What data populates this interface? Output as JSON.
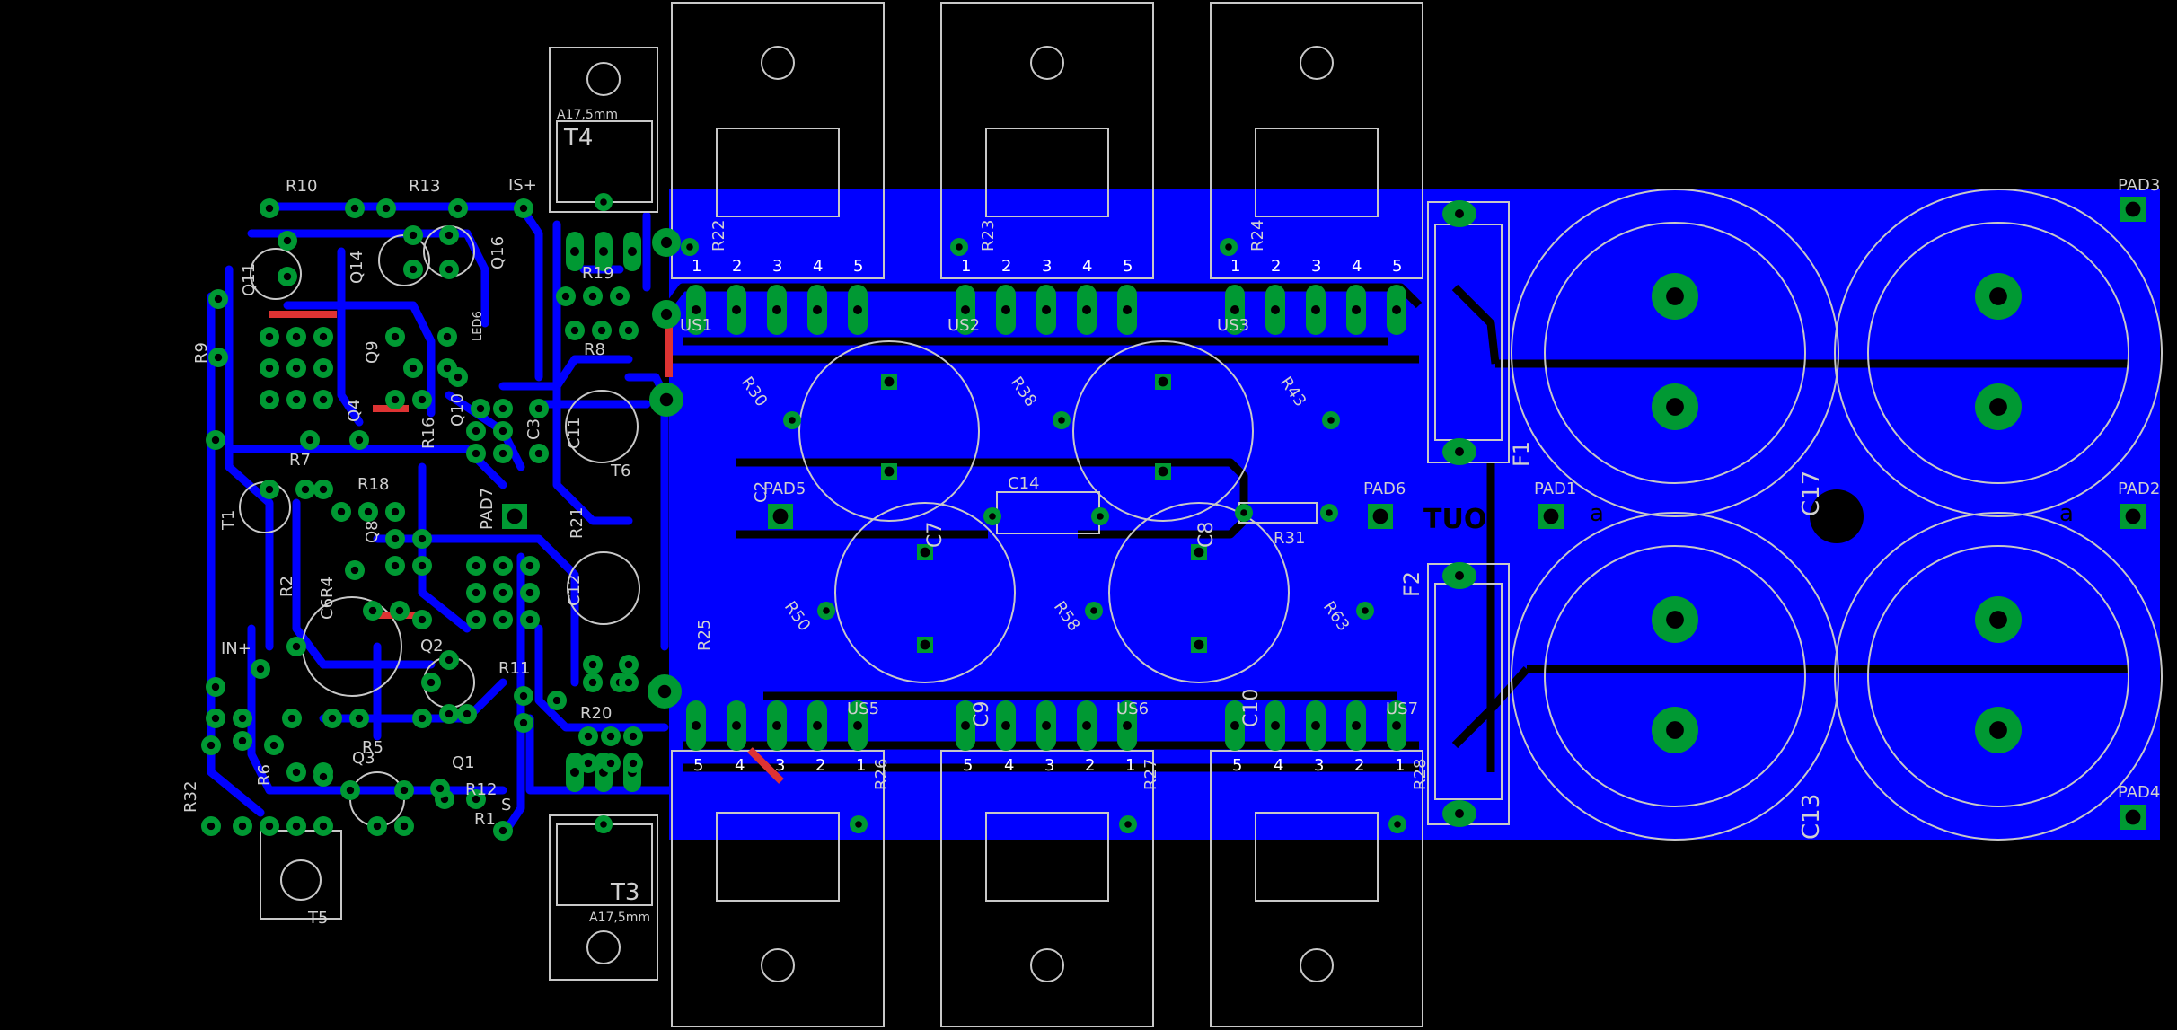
{
  "colors": {
    "background": "#000000",
    "copper_bottom": "#0000ff",
    "silkscreen": "#c8c8c8",
    "pad": "#009933",
    "via": "#1fa84a",
    "top_trace": "#d33",
    "board_outline": "#ffffff"
  },
  "labels": {
    "r10": "R10",
    "r13": "R13",
    "is_plus": "IS+",
    "t4": "T4",
    "a17_top": "A17,5mm",
    "t3": "T3",
    "a17_bottom": "A17,5mm",
    "r22": "R22",
    "r23": "R23",
    "r24": "R24",
    "r19": "R19",
    "r8": "R8",
    "us1": "US1",
    "us2": "US2",
    "us3": "US3",
    "us5": "US5",
    "us6": "US6",
    "us7": "US7",
    "q11": "Q11",
    "q14": "Q14",
    "q16": "Q16",
    "led6": "LED6",
    "r9": "R9",
    "q9": "Q9",
    "q4": "Q4",
    "q10": "Q10",
    "r16": "R16",
    "c3": "C3",
    "c11": "C11",
    "t6": "T6",
    "r30": "R30",
    "r38": "R38",
    "r43": "R43",
    "c14": "C14",
    "pad5": "PAD5",
    "pad6": "PAD6",
    "pad1": "PAD1",
    "pad2": "PAD2",
    "pad3": "PAD3",
    "pad4": "PAD4",
    "tuo": "TUO",
    "f1": "F1",
    "f2": "F2",
    "c17": "C17",
    "c13": "C13",
    "r7": "R7",
    "t1": "T1",
    "r18": "R18",
    "q8": "Q8",
    "pad7": "PAD7",
    "c2": "C2",
    "c7": "C7",
    "c8": "C8",
    "r31": "R31",
    "r21": "R21",
    "r2": "R2",
    "c6r4": "C6R4",
    "c12": "C12",
    "r25": "R25",
    "r50": "R50",
    "r58": "R58",
    "r63": "R63",
    "in_plus": "IN+",
    "q2": "Q2",
    "r11": "R11",
    "r20": "R20",
    "c9": "C9",
    "c10": "C10",
    "r5": "R5",
    "q3": "Q3",
    "q1": "Q1",
    "r12": "R12",
    "r1": "R1",
    "s": "S",
    "r32": "R32",
    "r6": "R6",
    "t5": "T5",
    "r26": "R26",
    "r27": "R27",
    "r28": "R28",
    "pin1": "1",
    "pin2": "2",
    "pin3": "3",
    "pin4": "4",
    "pin5": "5",
    "b": "a"
  }
}
